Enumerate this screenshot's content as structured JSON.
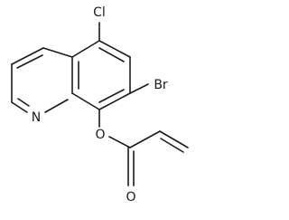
{
  "molecule": {
    "atom_labels": {
      "chlorine": "Cl",
      "bromine": "Br",
      "nitrogen": "N",
      "ester_oxygen": "O",
      "carbonyl_oxygen": "O"
    }
  }
}
